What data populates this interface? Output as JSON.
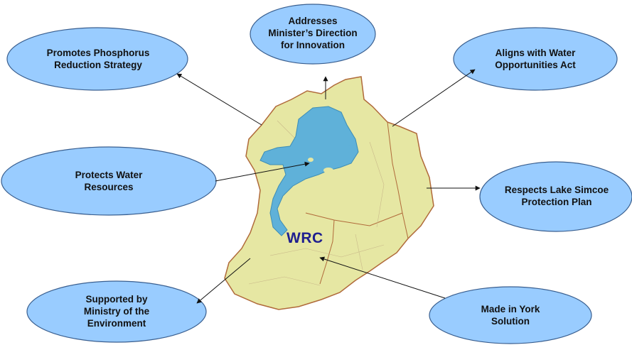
{
  "diagram": {
    "center_label": "WRC",
    "bubbles": [
      {
        "id": "phosphorus",
        "text": "Promotes Phosphorus\nReduction Strategy"
      },
      {
        "id": "innovation",
        "text": "Addresses\nMinister’s Direction\nfor Innovation"
      },
      {
        "id": "water-act",
        "text": "Aligns with Water\nOpportunities Act"
      },
      {
        "id": "water-resources",
        "text": "Protects Water\nResources"
      },
      {
        "id": "simcoe",
        "text": "Respects Lake Simcoe\n   Protection Plan"
      },
      {
        "id": "ministry",
        "text": "Supported by\nMinistry of the\nEnvironment"
      },
      {
        "id": "york",
        "text": "Made in York\nSolution"
      }
    ],
    "colors": {
      "bubble_fill": "#99ccff",
      "bubble_stroke": "#3a5f8f",
      "land": "#e6e7a3",
      "lake": "#5fb1d9",
      "center_label": "#1f1f8f"
    }
  }
}
